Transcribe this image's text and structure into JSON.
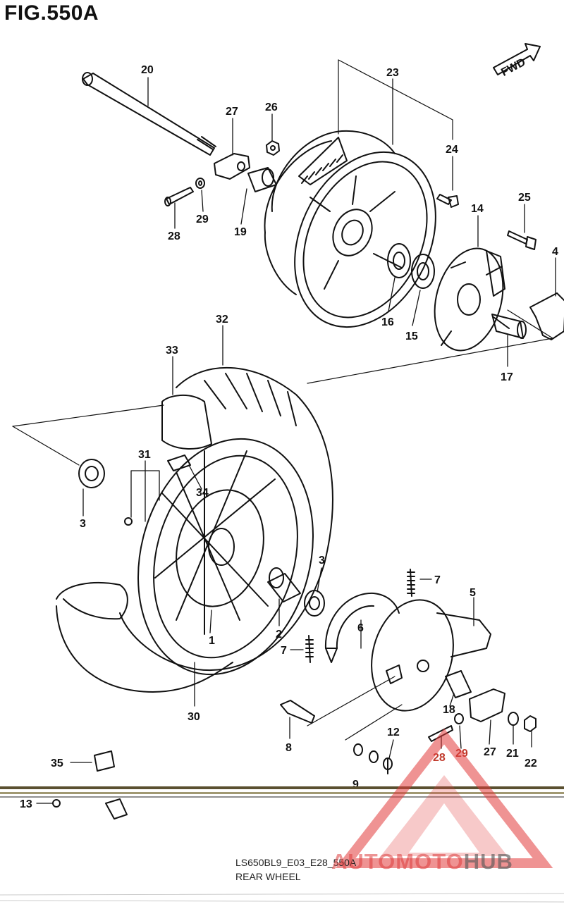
{
  "figure": {
    "title": "FIG.550A",
    "fwd_label": "FWD"
  },
  "caption": {
    "code": "LS650BL9_E03_E28_550A",
    "name": "REAR WHEEL"
  },
  "watermark": {
    "part1": "AUTOMOTO",
    "part2": "HUB",
    "color_red": "#e23b3b",
    "color_grey": "#555555"
  },
  "callouts": [
    {
      "id": "c20",
      "text": "20"
    },
    {
      "id": "c23",
      "text": "23"
    },
    {
      "id": "c27a",
      "text": "27"
    },
    {
      "id": "c26",
      "text": "26"
    },
    {
      "id": "c24",
      "text": "24"
    },
    {
      "id": "c25",
      "text": "25"
    },
    {
      "id": "c14",
      "text": "14"
    },
    {
      "id": "c4",
      "text": "4"
    },
    {
      "id": "c28a",
      "text": "28"
    },
    {
      "id": "c29a",
      "text": "29"
    },
    {
      "id": "c19",
      "text": "19"
    },
    {
      "id": "c16",
      "text": "16"
    },
    {
      "id": "c15",
      "text": "15"
    },
    {
      "id": "c17",
      "text": "17"
    },
    {
      "id": "c32",
      "text": "32"
    },
    {
      "id": "c33",
      "text": "33"
    },
    {
      "id": "c31",
      "text": "31"
    },
    {
      "id": "c34",
      "text": "34"
    },
    {
      "id": "c3a",
      "text": "3"
    },
    {
      "id": "c3b",
      "text": "3"
    },
    {
      "id": "c7a",
      "text": "7"
    },
    {
      "id": "c5",
      "text": "5"
    },
    {
      "id": "c6",
      "text": "6"
    },
    {
      "id": "c2",
      "text": "2"
    },
    {
      "id": "c1",
      "text": "1"
    },
    {
      "id": "c7b",
      "text": "7"
    },
    {
      "id": "c30",
      "text": "30"
    },
    {
      "id": "c18",
      "text": "18"
    },
    {
      "id": "c8",
      "text": "8"
    },
    {
      "id": "c12",
      "text": "12"
    },
    {
      "id": "c28b",
      "text": "28"
    },
    {
      "id": "c29b",
      "text": "29"
    },
    {
      "id": "c27b",
      "text": "27"
    },
    {
      "id": "c21",
      "text": "21"
    },
    {
      "id": "c22",
      "text": "22"
    },
    {
      "id": "c35",
      "text": "35"
    },
    {
      "id": "c9",
      "text": "9"
    },
    {
      "id": "c13",
      "text": "13"
    }
  ]
}
